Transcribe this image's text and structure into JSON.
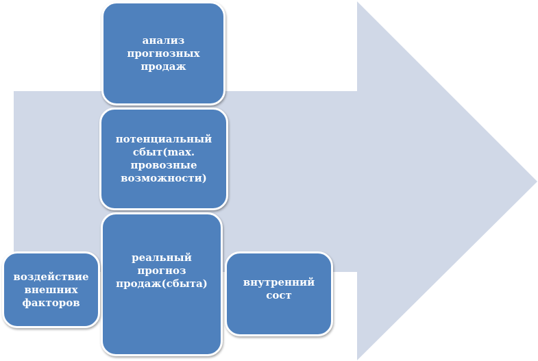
{
  "diagram": {
    "arrow_color": "#d0d8e7",
    "box_color": "#4f81bd",
    "box_border_color": "#ffffff",
    "text_color": "#ffffff",
    "boxes": {
      "analysis": {
        "lines": [
          "анализ",
          "прогнозных",
          "продаж"
        ]
      },
      "potential": {
        "lines": [
          "потенциальный",
          "сбыт(max.",
          "провозные",
          "возможности)"
        ]
      },
      "real": {
        "lines": [
          "реальный",
          "прогноз",
          "продаж(сбыта)"
        ]
      },
      "external": {
        "lines": [
          "воздействие",
          "внешних",
          "факторов"
        ]
      },
      "internal": {
        "lines": [
          "внутренний",
          "сост"
        ]
      }
    }
  }
}
